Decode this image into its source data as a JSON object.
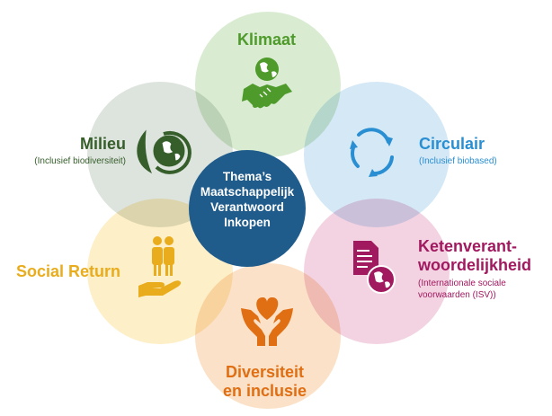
{
  "center": {
    "lines": [
      "Thema’s",
      "Maatschappelijk",
      "Verantwoord",
      "Inkopen"
    ],
    "color": "#1f5c8c"
  },
  "themes": [
    {
      "key": "klimaat",
      "title": "Klimaat",
      "subtitle": "",
      "icon": "globe-handshake-icon",
      "color": "#4e9a2a",
      "fill": "#d9ecd2"
    },
    {
      "key": "circulair",
      "title": "Circulair",
      "subtitle": "(Inclusief biobased)",
      "icon": "recycle-arrows-icon",
      "color": "#2a8fd2",
      "fill": "#d5e8f6"
    },
    {
      "key": "ketenverantwoordelijkheid",
      "title_lines": [
        "Ketenverant-",
        "woordelijkheid"
      ],
      "subtitle_lines": [
        "(Internationale sociale",
        "voorwaarden (ISV))"
      ],
      "icon": "document-globe-icon",
      "color": "#a1195f",
      "fill": "#f3d3e2"
    },
    {
      "key": "diversiteit",
      "title_lines": [
        "Diversiteit",
        "en inclusie"
      ],
      "subtitle": "",
      "icon": "hands-heart-icon",
      "color": "#e06e12",
      "fill": "#fbe1c8"
    },
    {
      "key": "social_return",
      "title": "Social Return",
      "subtitle": "",
      "icon": "people-hand-icon",
      "color": "#e9ac1c",
      "fill": "#fdefc8"
    },
    {
      "key": "milieu",
      "title": "Milieu",
      "subtitle": "(Inclusief biodiversiteit)",
      "icon": "leaf-globe-icon",
      "color": "#355e2a",
      "fill": "#dde3dd"
    }
  ]
}
